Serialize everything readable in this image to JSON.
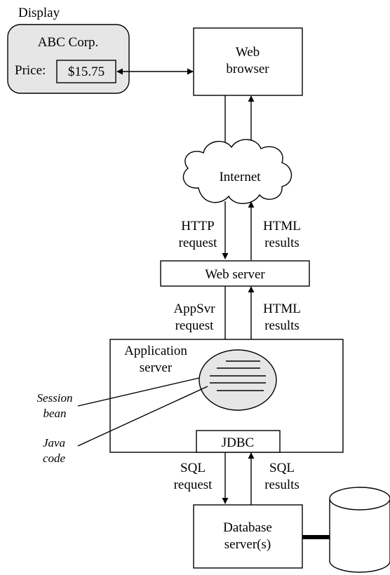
{
  "display": {
    "caption": "Display",
    "company": "ABC Corp.",
    "price_label": "Price:",
    "price_value": "$15.75"
  },
  "web_browser": {
    "line1": "Web",
    "line2": "browser"
  },
  "internet": {
    "label": "Internet"
  },
  "http_request": {
    "line1": "HTTP",
    "line2": "request"
  },
  "html_results_top": {
    "line1": "HTML",
    "line2": "results"
  },
  "web_server": {
    "label": "Web server"
  },
  "appsvr_request": {
    "line1": "AppSvr",
    "line2": "request"
  },
  "html_results_mid": {
    "line1": "HTML",
    "line2": "results"
  },
  "app_server": {
    "line1": "Application",
    "line2": "server"
  },
  "session_bean": {
    "line1": "Session",
    "line2": "bean"
  },
  "java_code": {
    "line1": "Java",
    "line2": "code"
  },
  "jdbc": {
    "label": "JDBC"
  },
  "sql_request": {
    "line1": "SQL",
    "line2": "request"
  },
  "sql_results": {
    "line1": "SQL",
    "line2": "results"
  },
  "database_server": {
    "line1": "Database",
    "line2": "server(s)"
  },
  "colors": {
    "display_fill": "#e6e6e6",
    "bean_fill": "#e6e6e6",
    "db_fill": "#ffffff",
    "stroke": "#000000"
  }
}
